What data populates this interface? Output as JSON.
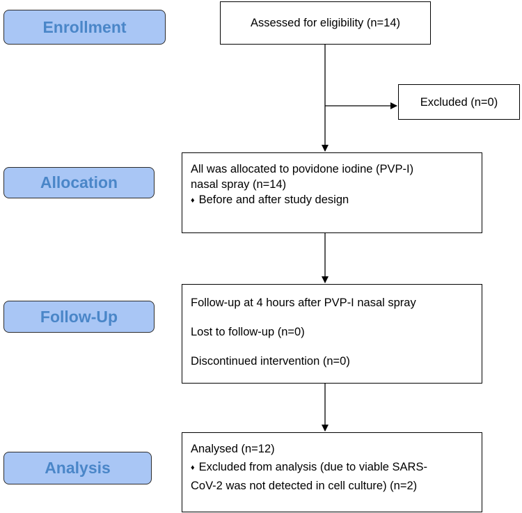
{
  "stages": {
    "enrollment": "Enrollment",
    "allocation": "Allocation",
    "followup": "Follow-Up",
    "analysis": "Analysis"
  },
  "boxes": {
    "assessed": "Assessed for eligibility (n=14)",
    "excluded": "Excluded (n=0)",
    "allocation": {
      "line1": "All was allocated to povidone iodine (PVP-I)",
      "line2": "nasal spray (n=14)",
      "bullet": "Before and after study design"
    },
    "followup": {
      "line1": "Follow-up at 4 hours after PVP-I nasal spray",
      "line2": "Lost to follow-up (n=0)",
      "line3": "Discontinued intervention (n=0)"
    },
    "analysis": {
      "line1": "Analysed (n=12)",
      "bullet_line1": "Excluded from analysis (due to viable SARS-",
      "bullet_line2": "CoV-2 was not detected in cell culture) (n=2)"
    }
  },
  "bullet_glyph": "♦"
}
